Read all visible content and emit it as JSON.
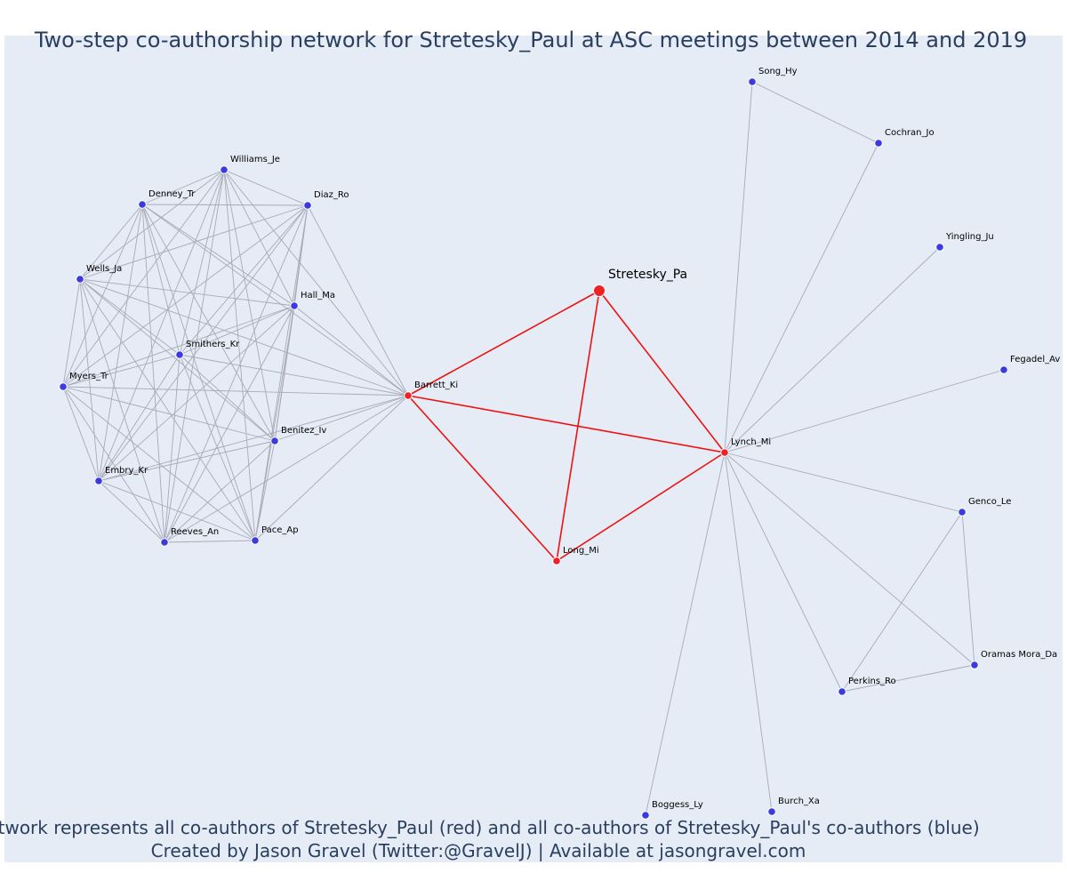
{
  "title": "Two-step co-authorship network for Stretesky_Paul at ASC meetings between 2014 and 2019",
  "caption_line1": "Network represents all co-authors of Stretesky_Paul (red) and all co-authors of Stretesky_Paul's co-authors (blue)",
  "caption_line2": "Created by Jason Gravel (Twitter:@GravelJ) | Available at jasongravel.com",
  "colors": {
    "background": "#e5ecf6",
    "red_edge": "#ee1111",
    "red_node": "#ee2222",
    "blue_node": "#3a3ae0",
    "grey_edge": "#a9a9b8",
    "text": "#2a3f5f"
  },
  "chart_data": {
    "type": "network",
    "focal_author": "Stretesky_Pa",
    "nodes": [
      {
        "id": "Stretesky_Pa",
        "group": "focal"
      },
      {
        "id": "Barrett_Ki",
        "group": "coauthor"
      },
      {
        "id": "Lynch_Mi",
        "group": "coauthor"
      },
      {
        "id": "Long_Mi",
        "group": "coauthor"
      },
      {
        "id": "Williams_Je",
        "group": "second"
      },
      {
        "id": "Denney_Tr",
        "group": "second"
      },
      {
        "id": "Diaz_Ro",
        "group": "second"
      },
      {
        "id": "Wells_Ja",
        "group": "second"
      },
      {
        "id": "Hall_Ma",
        "group": "second"
      },
      {
        "id": "Smithers_Kr",
        "group": "second"
      },
      {
        "id": "Myers_Tr",
        "group": "second"
      },
      {
        "id": "Benitez_Iv",
        "group": "second"
      },
      {
        "id": "Embry_Kr",
        "group": "second"
      },
      {
        "id": "Reeves_An",
        "group": "second"
      },
      {
        "id": "Pace_Ap",
        "group": "second"
      },
      {
        "id": "Song_Hy",
        "group": "second"
      },
      {
        "id": "Cochran_Jo",
        "group": "second"
      },
      {
        "id": "Yingling_Ju",
        "group": "second"
      },
      {
        "id": "Fegadel_Av",
        "group": "second"
      },
      {
        "id": "Genco_Le",
        "group": "second"
      },
      {
        "id": "Oramas Mora_Da",
        "group": "second"
      },
      {
        "id": "Perkins_Ro",
        "group": "second"
      },
      {
        "id": "Boggess_Ly",
        "group": "second"
      },
      {
        "id": "Burch_Xa",
        "group": "second"
      }
    ],
    "edges_red": [
      [
        "Stretesky_Pa",
        "Barrett_Ki"
      ],
      [
        "Stretesky_Pa",
        "Lynch_Mi"
      ],
      [
        "Stretesky_Pa",
        "Long_Mi"
      ],
      [
        "Barrett_Ki",
        "Lynch_Mi"
      ],
      [
        "Barrett_Ki",
        "Long_Mi"
      ],
      [
        "Lynch_Mi",
        "Long_Mi"
      ]
    ],
    "clique_left": [
      "Barrett_Ki",
      "Williams_Je",
      "Denney_Tr",
      "Diaz_Ro",
      "Wells_Ja",
      "Hall_Ma",
      "Smithers_Kr",
      "Myers_Tr",
      "Benitez_Iv",
      "Embry_Kr",
      "Reeves_An",
      "Pace_Ap"
    ],
    "edges_grey": [
      [
        "Lynch_Mi",
        "Song_Hy"
      ],
      [
        "Lynch_Mi",
        "Cochran_Jo"
      ],
      [
        "Song_Hy",
        "Cochran_Jo"
      ],
      [
        "Lynch_Mi",
        "Yingling_Ju"
      ],
      [
        "Lynch_Mi",
        "Fegadel_Av"
      ],
      [
        "Lynch_Mi",
        "Genco_Le"
      ],
      [
        "Lynch_Mi",
        "Oramas Mora_Da"
      ],
      [
        "Lynch_Mi",
        "Perkins_Ro"
      ],
      [
        "Genco_Le",
        "Oramas Mora_Da"
      ],
      [
        "Genco_Le",
        "Perkins_Ro"
      ],
      [
        "Oramas Mora_Da",
        "Perkins_Ro"
      ],
      [
        "Lynch_Mi",
        "Boggess_Ly"
      ],
      [
        "Lynch_Mi",
        "Burch_Xa"
      ]
    ]
  }
}
